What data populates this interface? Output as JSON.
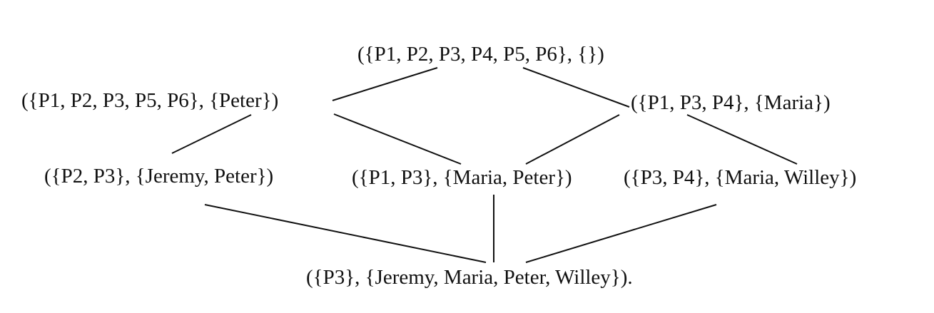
{
  "diagram": {
    "nodes": [
      {
        "id": "top",
        "label": "({P1, P2, P3, P4, P5, P6}, {})"
      },
      {
        "id": "peter",
        "label": "({P1, P2, P3, P5, P6}, {Peter})"
      },
      {
        "id": "maria",
        "label": "({P1, P3, P4}, {Maria})"
      },
      {
        "id": "jeremy_peter",
        "label": "({P2, P3}, {Jeremy, Peter})"
      },
      {
        "id": "maria_peter",
        "label": "({P1, P3}, {Maria, Peter})"
      },
      {
        "id": "maria_willey",
        "label": "({P3, P4}, {Maria, Willey})"
      },
      {
        "id": "bottom",
        "label": "({P3}, {Jeremy, Maria, Peter, Willey})."
      }
    ],
    "edges": [
      {
        "from": "top",
        "to": "peter"
      },
      {
        "from": "top",
        "to": "maria"
      },
      {
        "from": "peter",
        "to": "jeremy_peter"
      },
      {
        "from": "peter",
        "to": "maria_peter"
      },
      {
        "from": "maria",
        "to": "maria_peter"
      },
      {
        "from": "maria",
        "to": "maria_willey"
      },
      {
        "from": "jeremy_peter",
        "to": "bottom"
      },
      {
        "from": "maria_peter",
        "to": "bottom"
      },
      {
        "from": "maria_willey",
        "to": "bottom"
      }
    ]
  }
}
